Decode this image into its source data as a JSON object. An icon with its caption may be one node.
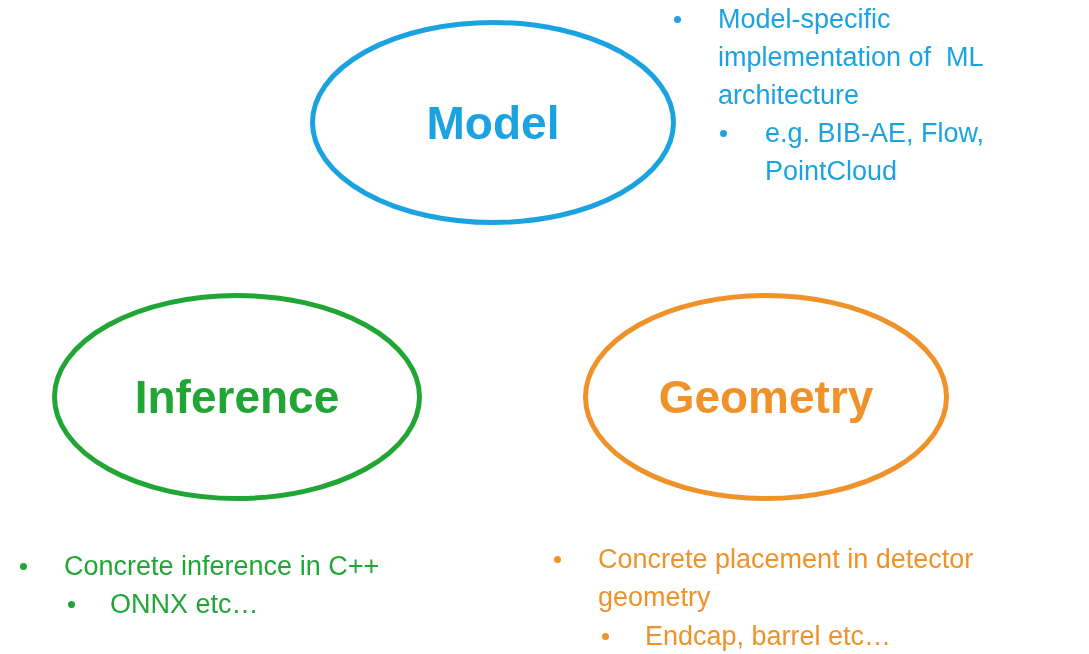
{
  "diagram": {
    "nodes": [
      {
        "text": [
          "Model"
        ],
        "beside": [
          "Model-specific implementation of  ML architecture",
          "e.g. BIB-AE, Flow, PointCloud"
        ]
      },
      {
        "text": [
          "Inference"
        ],
        "beside": [
          "Concrete inference in C++",
          "ONNX etc…"
        ]
      },
      {
        "text": [
          "Geometry"
        ],
        "beside": [
          "Concrete placement in detector geometry",
          "Endcap, barrel etc…"
        ]
      }
    ]
  }
}
